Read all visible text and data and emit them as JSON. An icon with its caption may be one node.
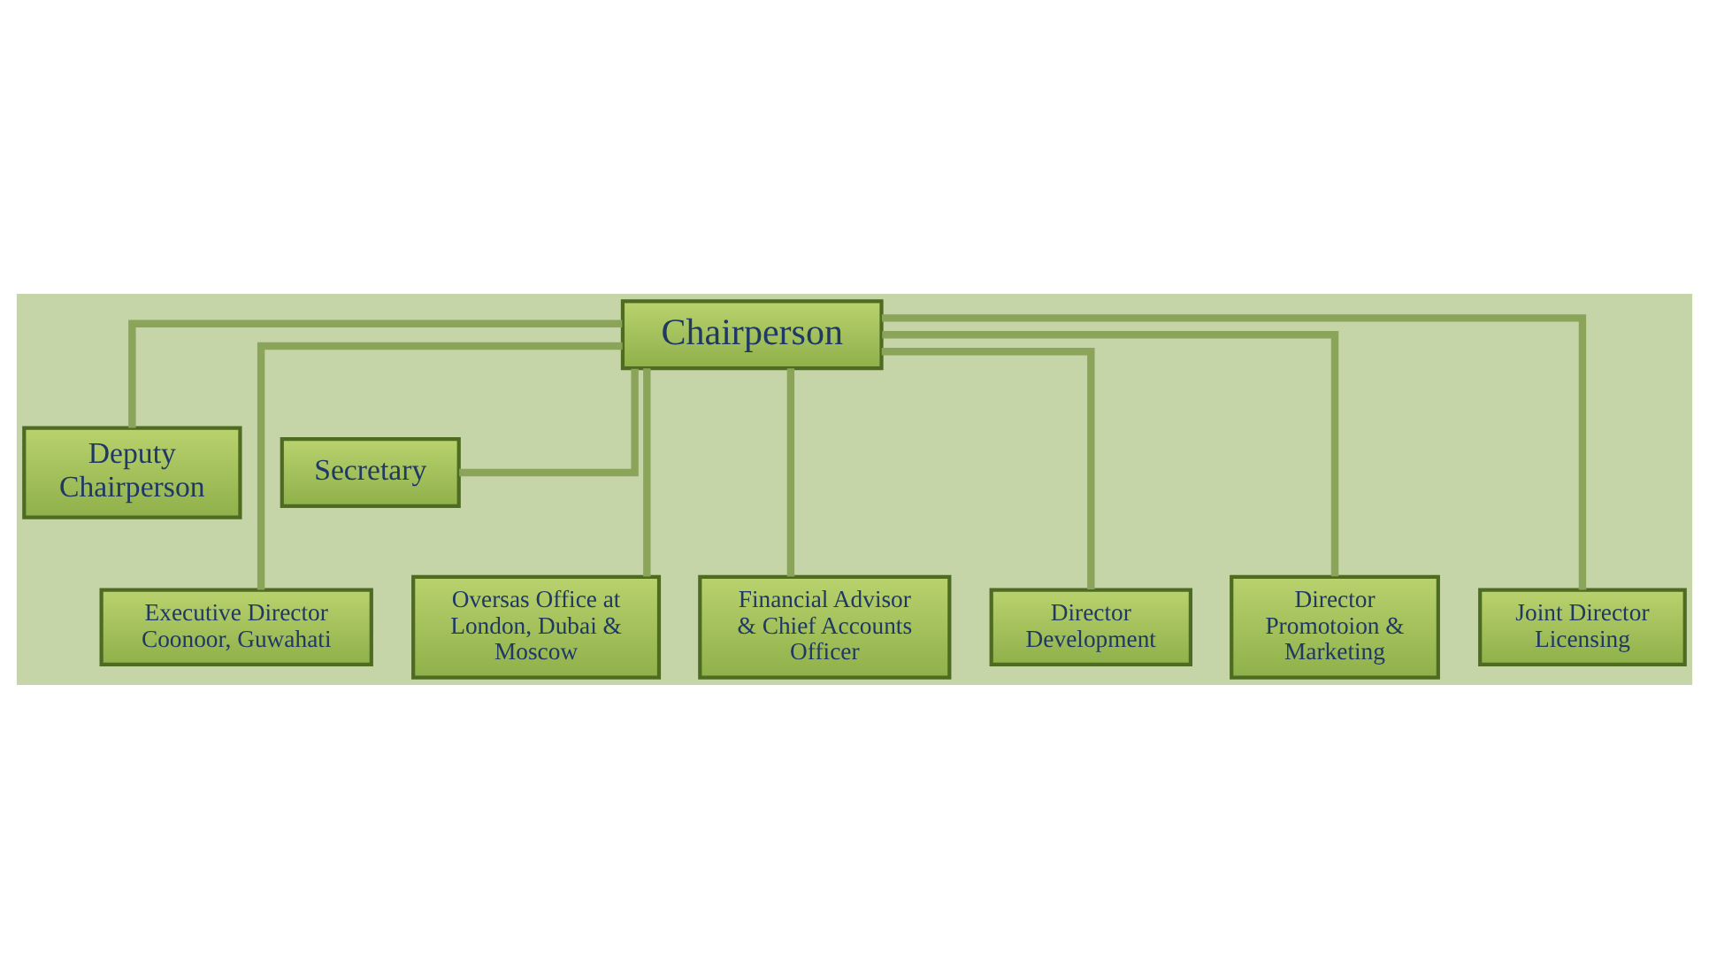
{
  "diagram": {
    "nodes": [
      {
        "text": [
          "Chairperson"
        ]
      },
      {
        "text": [
          "Deputy Chairperson"
        ]
      },
      {
        "text": [
          "Secretary"
        ]
      },
      {
        "text": [
          "Executive Director Coonoor, Guwahati"
        ]
      },
      {
        "text": [
          "Oversas Office at London, Dubai & Moscow"
        ]
      },
      {
        "text": [
          "Financial Advisor & Chief Accounts Officer"
        ]
      },
      {
        "text": [
          "Director Development"
        ]
      },
      {
        "text": [
          "Director Promotoion & Marketing"
        ]
      },
      {
        "text": [
          "Joint Director Licensing"
        ]
      }
    ],
    "edges": [
      {
        "from": 0,
        "to": 1,
        "arrow": "none"
      },
      {
        "from": 0,
        "to": 2,
        "arrow": "none"
      },
      {
        "from": 0,
        "to": 3,
        "arrow": "none"
      },
      {
        "from": 0,
        "to": 4,
        "arrow": "none"
      },
      {
        "from": 0,
        "to": 5,
        "arrow": "none"
      },
      {
        "from": 0,
        "to": 6,
        "arrow": "none"
      },
      {
        "from": 0,
        "to": 7,
        "arrow": "none"
      },
      {
        "from": 0,
        "to": 8,
        "arrow": "none"
      }
    ]
  }
}
